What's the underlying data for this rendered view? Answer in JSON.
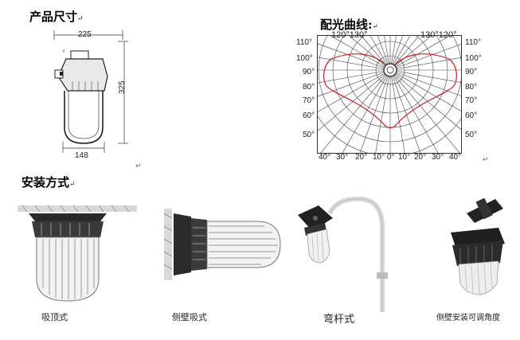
{
  "sections": {
    "product_size": {
      "title": "产品尺寸",
      "mark": "↵"
    },
    "light_curve": {
      "title": "配光曲线:",
      "mark": "↵"
    },
    "install": {
      "title": "安装方式",
      "mark": "↵"
    }
  },
  "dimensions": {
    "width": "225",
    "height": "325",
    "base": "148"
  },
  "polar": {
    "top_left_labels": "120°130°",
    "top_right_labels": "130°120°",
    "left_angles": [
      "110°",
      "100°",
      "90°",
      "80°",
      "70°",
      "60°",
      "50°"
    ],
    "right_angles": [
      "110°",
      "100°",
      "90°",
      "80°",
      "70°",
      "60°",
      "50°"
    ],
    "bottom_labels": [
      "40°",
      "30°",
      "20°",
      "10°",
      "0°",
      "10°",
      "20°",
      "30°",
      "40°"
    ]
  },
  "stray_marks": [
    "↵",
    "↵"
  ],
  "install_methods": [
    {
      "label": "吸顶式"
    },
    {
      "label": "侧壁吸式"
    },
    {
      "label": "弯杆式"
    },
    {
      "label": "侧壁安装可调角度"
    }
  ],
  "colors": {
    "curve": "#cc1f1f",
    "grid": "#333333",
    "lamp_body": "#2a2a2a"
  }
}
